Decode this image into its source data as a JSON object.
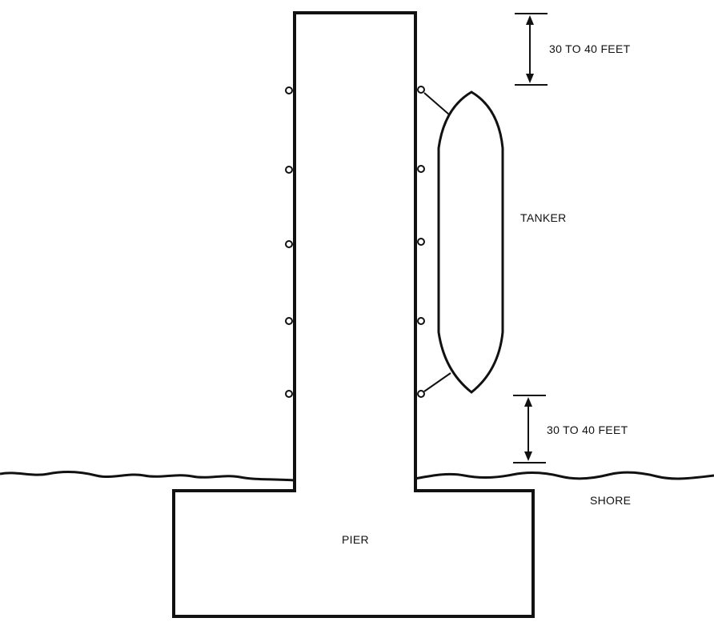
{
  "labels": {
    "top_dimension": "30 TO 40 FEET",
    "bottom_dimension": "30 TO 40 FEET",
    "tanker": "TANKER",
    "shore": "SHORE",
    "pier": "PIER"
  },
  "colors": {
    "line": "#111111",
    "background": "#ffffff"
  }
}
